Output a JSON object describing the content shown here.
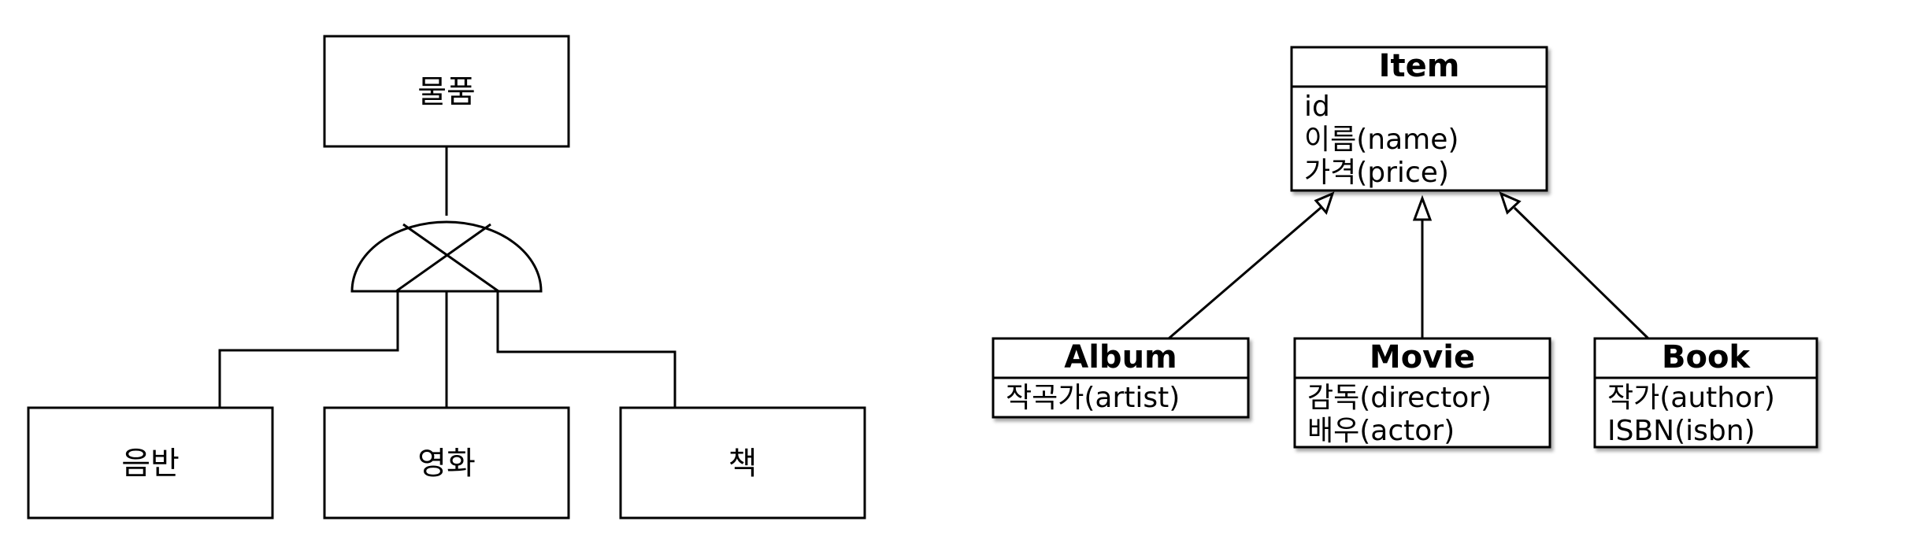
{
  "er_diagram": {
    "parent": "물품",
    "children": [
      "음반",
      "영화",
      "책"
    ]
  },
  "class_diagram": {
    "parent": {
      "name": "Item",
      "attributes": [
        "id",
        "이름(name)",
        "가격(price)"
      ]
    },
    "children": [
      {
        "name": "Album",
        "attributes": [
          "작곡가(artist)"
        ]
      },
      {
        "name": "Movie",
        "attributes": [
          "감독(director)",
          "배우(actor)"
        ]
      },
      {
        "name": "Book",
        "attributes": [
          "작가(author)",
          "ISBN(isbn)"
        ]
      }
    ]
  }
}
